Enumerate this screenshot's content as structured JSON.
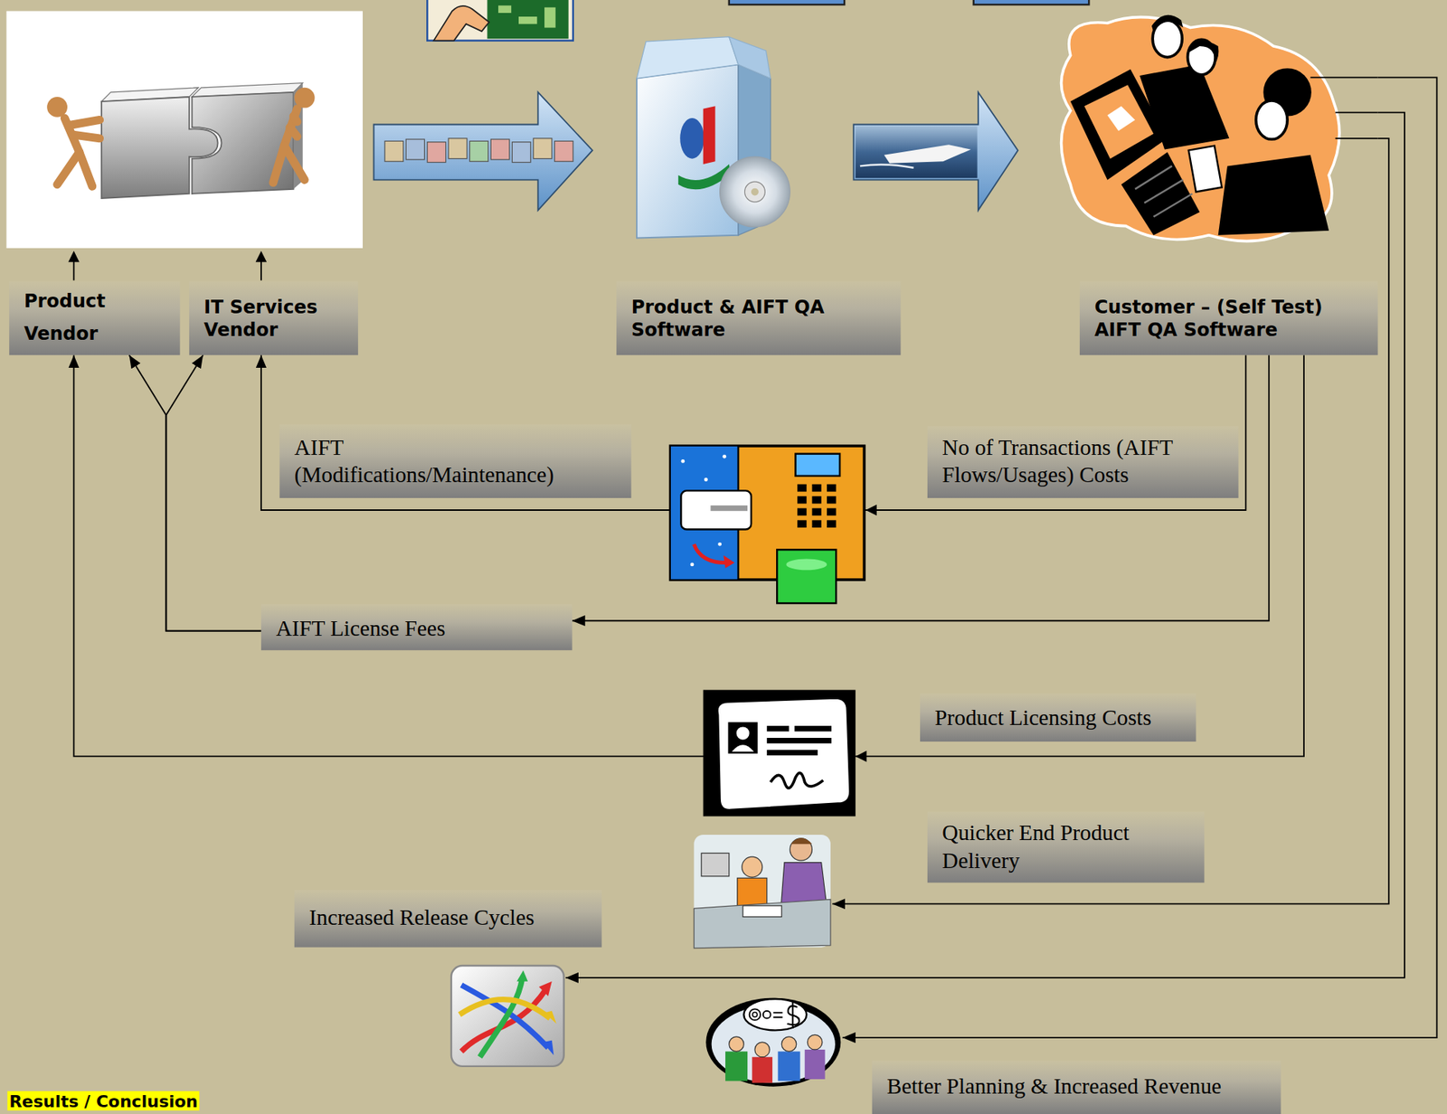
{
  "diagram": {
    "nodes": [
      {
        "text": [
          "Product Vendor"
        ]
      },
      {
        "text": [
          "IT Services Vendor"
        ]
      },
      {
        "text": [
          "Product & AIFT QA Software"
        ]
      },
      {
        "text": [
          "Customer – (Self Test) AIFT QA Software"
        ]
      },
      {
        "text": [
          "AIFT (Modifications/Maintenance)"
        ]
      },
      {
        "text": [
          "No of Transactions (AIFT Flows/Usages) Costs"
        ]
      },
      {
        "text": [
          "AIFT License Fees"
        ]
      },
      {
        "text": [
          "Product Licensing Costs"
        ]
      },
      {
        "text": [
          "Quicker End Product Delivery"
        ]
      },
      {
        "text": [
          "Increased Release Cycles"
        ]
      },
      {
        "text": [
          "Better Planning & Increased Revenue"
        ]
      }
    ],
    "edges": [
      {
        "from": 3,
        "to": 1,
        "arrow": "to"
      },
      {
        "from": 3,
        "to": 6,
        "arrow": "to"
      },
      {
        "from": 6,
        "to": 0,
        "arrow": "to"
      },
      {
        "from": 6,
        "to": 1,
        "arrow": "to"
      },
      {
        "from": 3,
        "to": 0,
        "arrow": "to"
      },
      {
        "from": 3,
        "to": 8,
        "arrow": "to"
      },
      {
        "from": 3,
        "to": 9,
        "arrow": "to"
      },
      {
        "from": 3,
        "to": 10,
        "arrow": "to"
      }
    ],
    "labels": [
      "Results / Conclusion"
    ]
  }
}
